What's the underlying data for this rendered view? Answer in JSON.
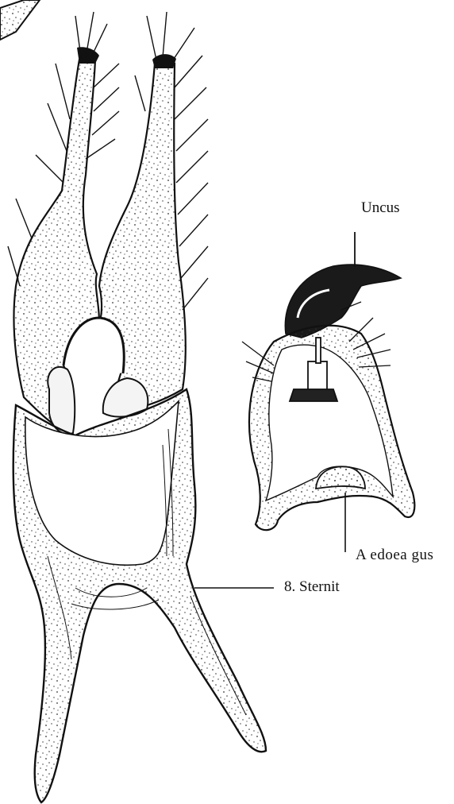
{
  "labels": {
    "uncus": "Uncus",
    "aedoeagus": "A edoea gus",
    "sternit": "8. Sternit"
  },
  "colors": {
    "ink": "#111111",
    "stipple": "#333333",
    "background": "#ffffff"
  }
}
